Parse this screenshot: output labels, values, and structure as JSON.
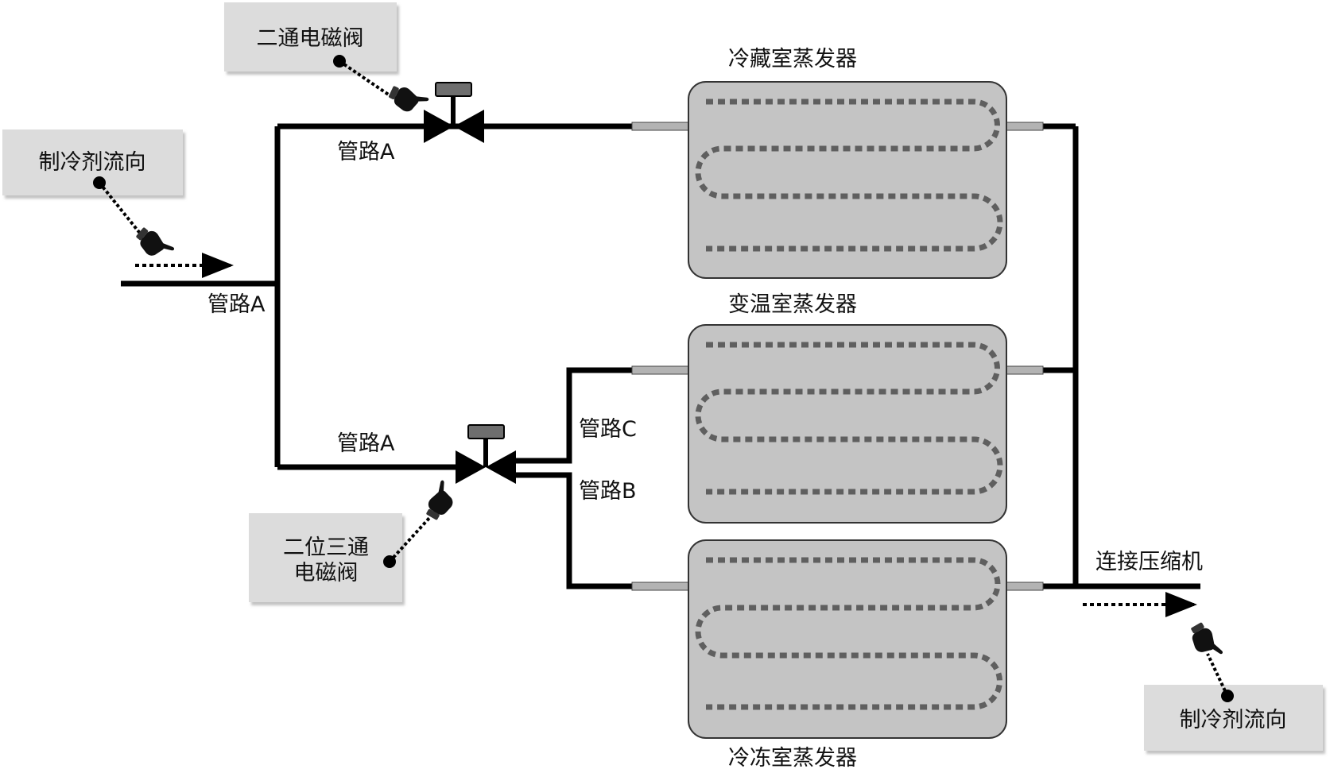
{
  "labels": {
    "two_way_valve": "二通电磁阀",
    "three_way_valve_line1": "二位三通",
    "three_way_valve_line2": "电磁阀",
    "refrigerant_flow_in": "制冷剂流向",
    "refrigerant_flow_out": "制冷剂流向",
    "pipe_a_inlet": "管路A",
    "pipe_a_upper": "管路A",
    "pipe_a_lower": "管路A",
    "pipe_b": "管路B",
    "pipe_c": "管路C",
    "evap_fridge": "冷藏室蒸发器",
    "evap_variable": "变温室蒸发器",
    "evap_freezer": "冷冻室蒸发器",
    "to_compressor": "连接压缩机"
  },
  "colors": {
    "pipe": "#000000",
    "evaporator_fill": "#c4c4c4",
    "coil_dashes": "#5f5f5f",
    "note_box": "#dcdcdc",
    "connector": "#b3b3b3",
    "valve_cap": "#6e6e6e"
  },
  "icons": [
    "pointing-hand-icon",
    "solenoid-valve-icon",
    "flow-arrow-icon"
  ]
}
